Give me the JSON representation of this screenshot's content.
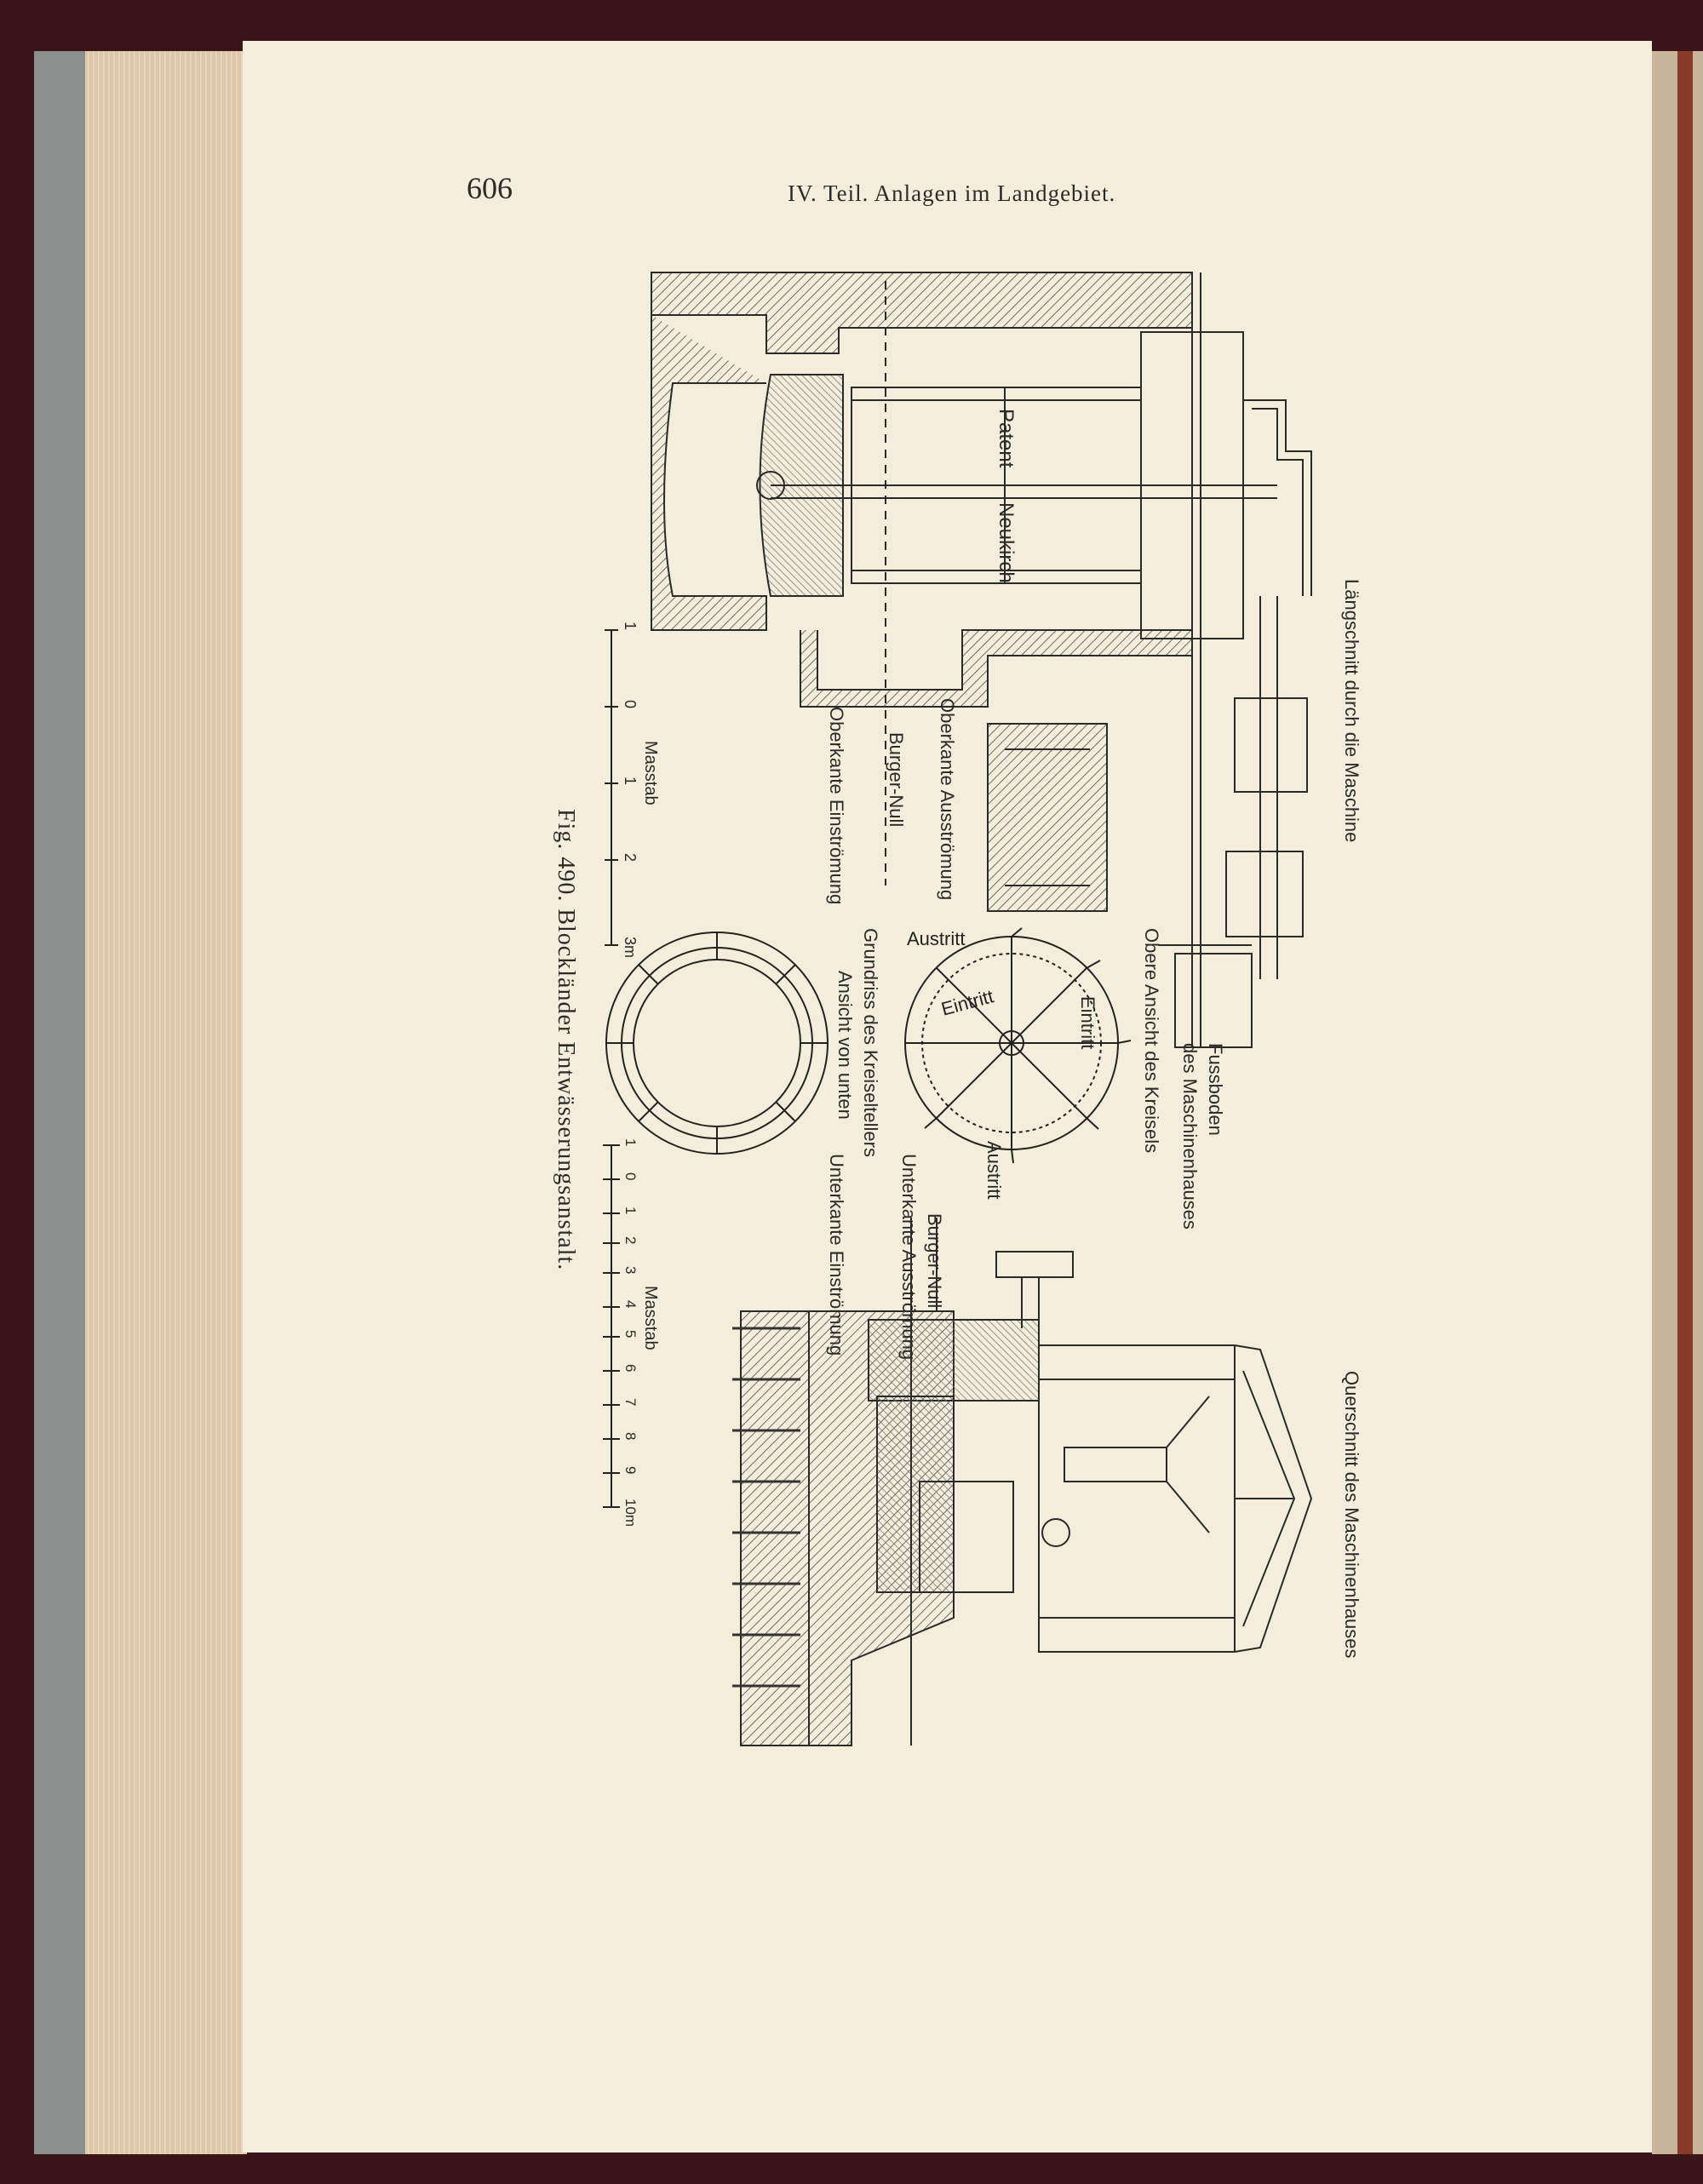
{
  "page": {
    "number": "606",
    "running_head": "IV. Teil.  Anlagen im Landgebiet."
  },
  "figure": {
    "caption": "Fig. 490. Blockländer Entwässerungsanstalt.",
    "longitudinal_section": {
      "title": "Längschnitt durch die Maschine",
      "label_patent": "Patent",
      "label_neukirch": "Neukirch",
      "label_oberkante_ausstroemung": "Oberkante Ausströmung",
      "label_burger_null": "Burger-Null",
      "label_oberkante_einstroemung": "Oberkante Einströmung",
      "scale_title": "Masstab",
      "scale_ticks": [
        "1",
        "0",
        "1",
        "2",
        "3m"
      ]
    },
    "impeller": {
      "label_obere_ansicht": "Obere Ansicht des Kreisels",
      "label_austritt_top": "Austritt",
      "label_eintritt_1": "Eintritt",
      "label_eintritt_2": "Eintritt",
      "label_austritt_bottom": "Austritt",
      "label_grundriss": "Grundriss des Kreiseltellers",
      "label_ansicht_unten": "Ansicht von unten"
    },
    "fussboden": {
      "line1": "Fussboden",
      "line2": "des Maschinenhauses"
    },
    "cross_section": {
      "title": "Querschnitt des Maschinenhauses",
      "label_unterkante_ausstroemung": "Unterkante Ausströmung",
      "label_burger_null": "Burger-Null",
      "label_unterkante_einstroemung": "Unterkante Einströmung",
      "scale_title": "Masstab",
      "scale_ticks": [
        "1",
        "0",
        "1",
        "2",
        "3",
        "4",
        "5",
        "6",
        "7",
        "8",
        "9",
        "10m"
      ]
    }
  }
}
